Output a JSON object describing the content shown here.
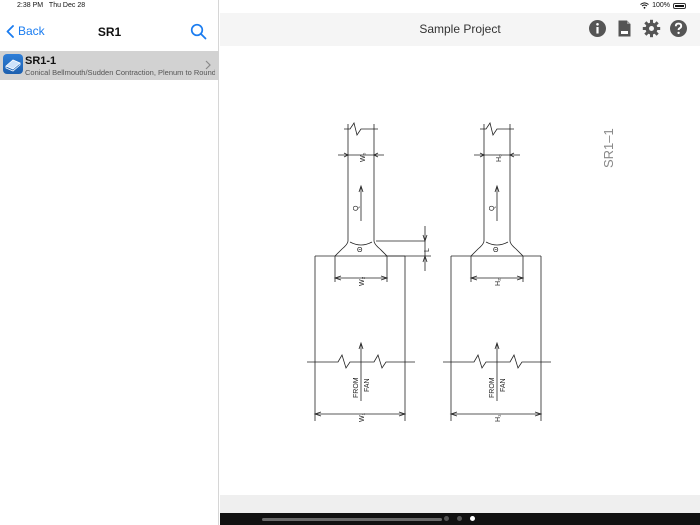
{
  "status_bar": {
    "time": "2:38 PM",
    "date": "Thu Dec 28",
    "battery": "100%"
  },
  "sidebar": {
    "back_label": "Back",
    "title": "SR1",
    "search_icon": "search-icon",
    "items": [
      {
        "title": "SR1-1",
        "subtitle": "Conical Bellmouth/Sudden Contraction, Plenum to Round",
        "icon": "fitting-icon"
      }
    ]
  },
  "main": {
    "title": "Sample Project",
    "icons": [
      "info-icon",
      "document-icon",
      "gear-icon",
      "help-icon"
    ],
    "drawing": {
      "label": "SR1–1",
      "left_view": {
        "top_dim": "W₀",
        "flow": "Q",
        "angle": "Θ",
        "mid_dim": "W₂",
        "from": "FROM",
        "fan": "FAN",
        "bottom_dim": "W₁",
        "length_dim": "L"
      },
      "right_view": {
        "top_dim": "H₀",
        "flow": "Q",
        "angle": "Θ",
        "mid_dim": "H₂",
        "from": "FROM",
        "fan": "FAN",
        "bottom_dim": "H₁"
      }
    }
  },
  "pager": {
    "pages": 3,
    "active": 3
  }
}
